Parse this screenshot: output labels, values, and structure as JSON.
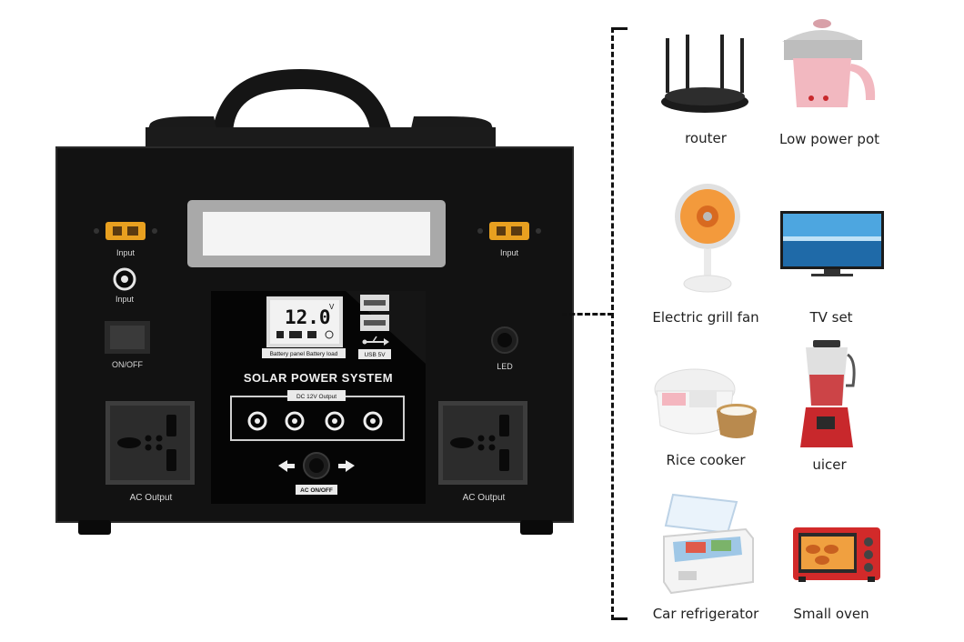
{
  "device": {
    "input_left": "Input",
    "input_right": "Input",
    "input_round": "Input",
    "switch_label": "ON/OFF",
    "led_label": "LED",
    "lcd_voltage": "12.0",
    "lcd_unit": "V",
    "lcd_caption": "Battery panel Battery load",
    "usb_caption": "USB 5V",
    "system_title": "SOLAR POWER SYSTEM",
    "dc_caption": "DC 12V Output",
    "ac_switch_label": "AC ON/OFF",
    "ac_output_left": "AC Output",
    "ac_output_right": "AC Output"
  },
  "appliances": [
    {
      "name": "router",
      "icon": "router-icon"
    },
    {
      "name": "Low power pot",
      "icon": "pot-icon"
    },
    {
      "name": "Electric grill fan",
      "icon": "heater-fan-icon"
    },
    {
      "name": "TV set",
      "icon": "tv-icon"
    },
    {
      "name": "Rice cooker",
      "icon": "rice-cooker-icon"
    },
    {
      "name": "uicer",
      "icon": "juicer-icon"
    },
    {
      "name": "Car refrigerator",
      "icon": "car-fridge-icon"
    },
    {
      "name": "Small oven",
      "icon": "oven-icon"
    }
  ],
  "colors": {
    "body": "#121212",
    "panel": "#050505",
    "connector": "#e8a020",
    "accent_red": "#c8282c",
    "pink": "#f2b8c0"
  }
}
